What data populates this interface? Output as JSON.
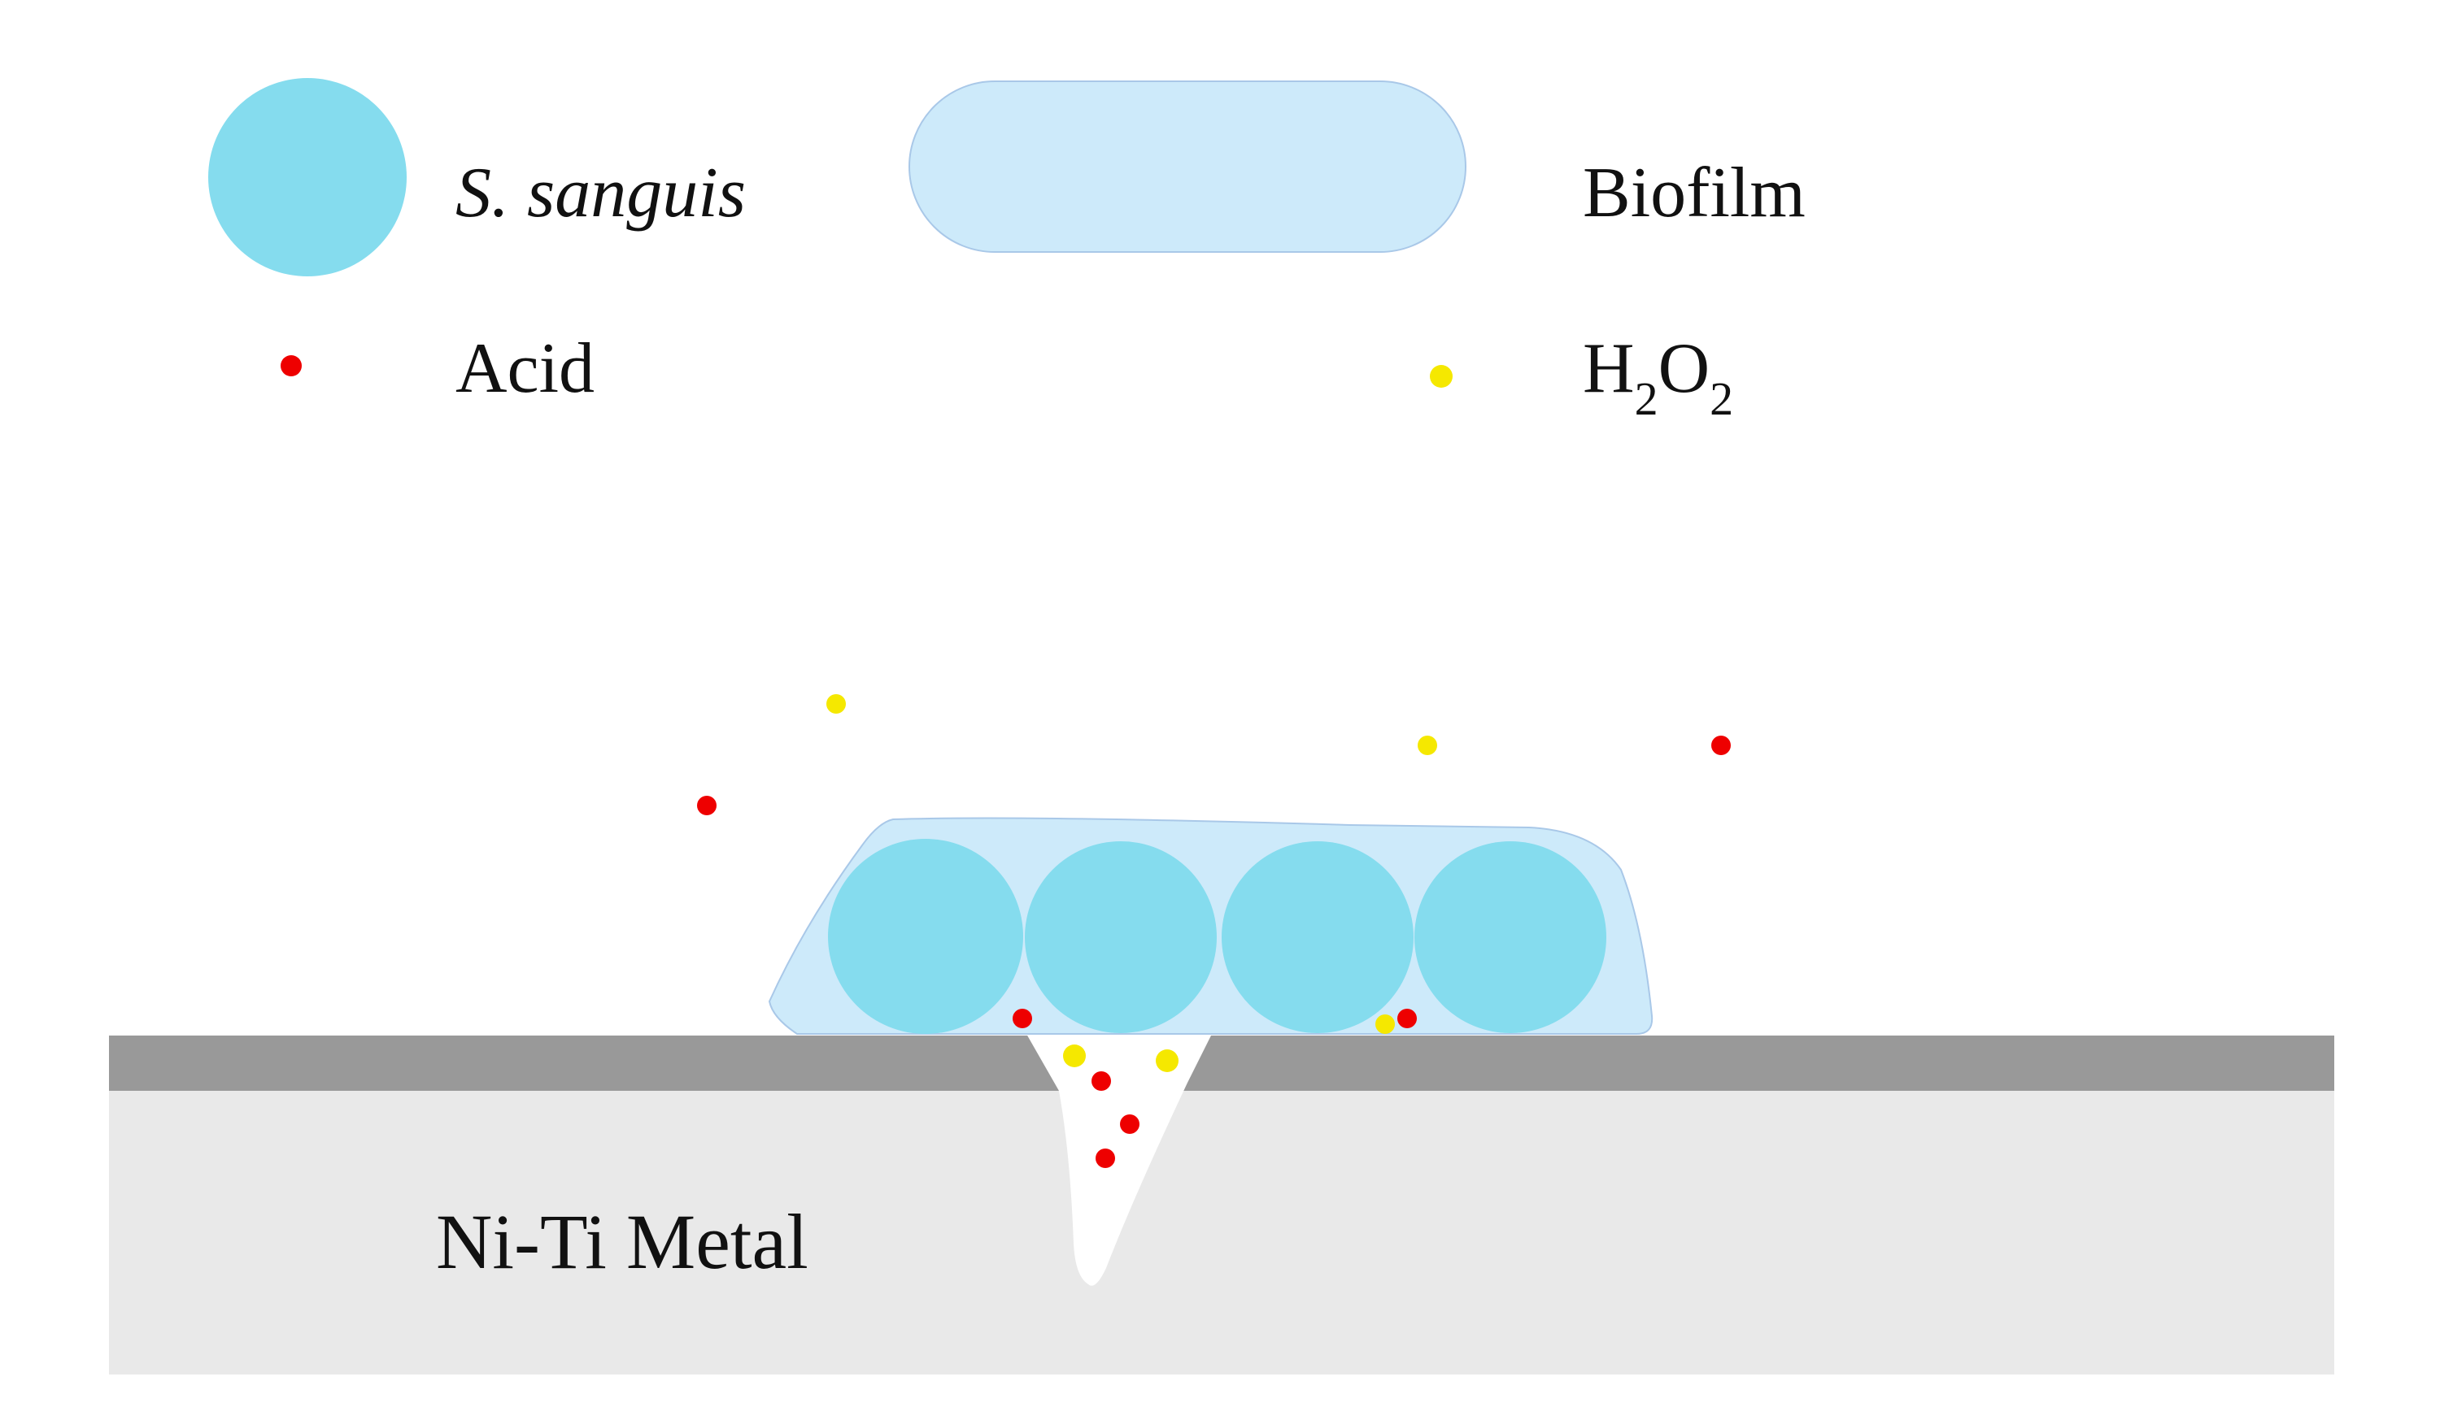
{
  "legend": {
    "bacteria_label": "S. sanguis",
    "biofilm_label": "Biofilm",
    "acid_label": "Acid",
    "h2o2_label": {
      "h": "H",
      "sub1": "2",
      "o": "O",
      "sub2": "2"
    }
  },
  "metal_label": "Ni-Ti Metal",
  "colors": {
    "bacteria": "#85dcee",
    "biofilm_fill": "#cdeafa",
    "biofilm_stroke": "#a9c8e8",
    "acid": "#ee0000",
    "h2o2": "#f5e800",
    "oxide_layer": "#999999",
    "metal": "#e9e9e9",
    "pit": "#ffffff",
    "text": "#111111"
  }
}
